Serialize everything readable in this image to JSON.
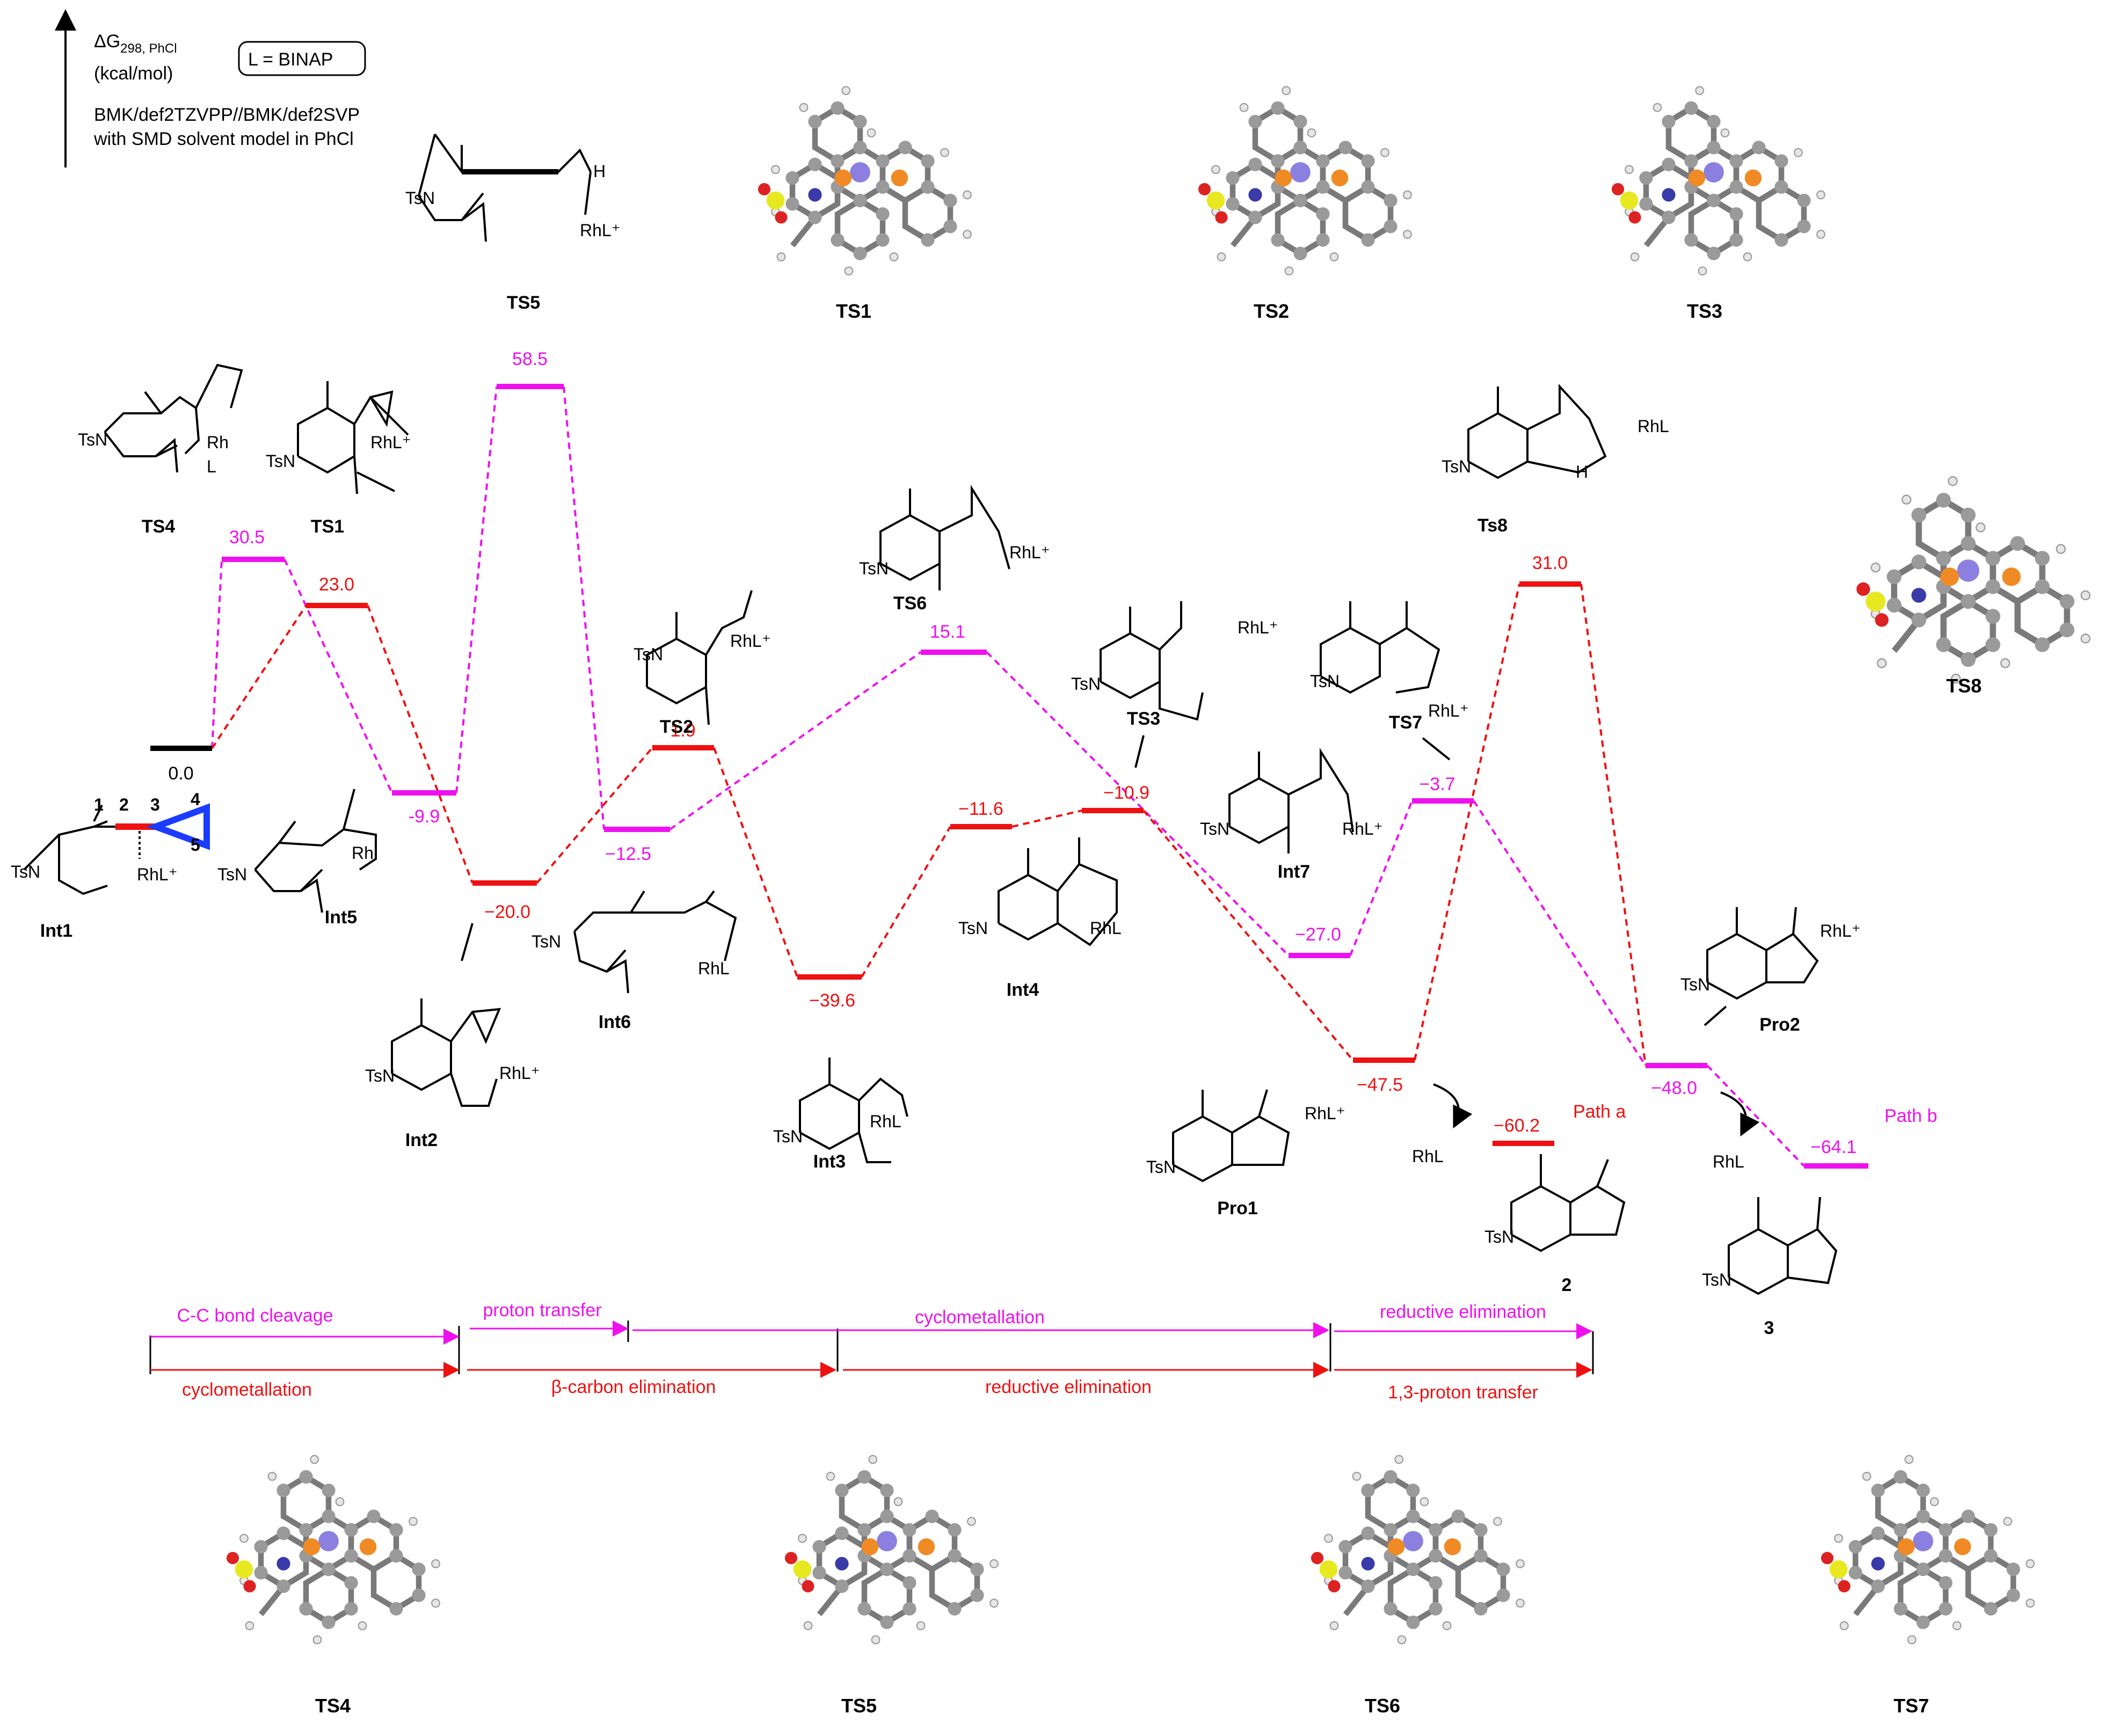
{
  "header": {
    "axis_label": "ΔG",
    "axis_sub": "298, PhCl",
    "units": "(kcal/mol)",
    "ligand_box": "L = BINAP",
    "method_line1": "BMK/def2TZVPP//BMK/def2SVP",
    "method_line2": "with SMD solvent model in PhCl"
  },
  "paths": {
    "a": "Path a",
    "b": "Path b"
  },
  "colors": {
    "red": "#ee1111",
    "magenta": "#ee11ee",
    "black": "#000000"
  },
  "levels": [
    {
      "id": "int1",
      "label": "0.0",
      "color": "black"
    },
    {
      "id": "ts4",
      "label": "30.5",
      "color": "magenta"
    },
    {
      "id": "ts1",
      "label": "23.0",
      "color": "red"
    },
    {
      "id": "int5",
      "label": "-9.9",
      "color": "magenta"
    },
    {
      "id": "int2",
      "label": "−20.0",
      "color": "red"
    },
    {
      "id": "ts5",
      "label": "58.5",
      "color": "magenta"
    },
    {
      "id": "int6",
      "label": "−12.5",
      "color": "magenta"
    },
    {
      "id": "ts2",
      "label": "1.9",
      "color": "red"
    },
    {
      "id": "int3",
      "label": "−39.6",
      "color": "red"
    },
    {
      "id": "ts6",
      "label": "15.1",
      "color": "magenta"
    },
    {
      "id": "int4",
      "label": "−11.6",
      "color": "red"
    },
    {
      "id": "ts3",
      "label": "−10.9",
      "color": "red"
    },
    {
      "id": "int7",
      "label": "−27.0",
      "color": "magenta"
    },
    {
      "id": "ts7",
      "label": "−3.7",
      "color": "magenta"
    },
    {
      "id": "pro1",
      "label": "−47.5",
      "color": "red"
    },
    {
      "id": "ts8",
      "label": "31.0",
      "color": "red"
    },
    {
      "id": "p2",
      "label": "−60.2",
      "color": "red"
    },
    {
      "id": "pro2",
      "label": "−48.0",
      "color": "magenta"
    },
    {
      "id": "p3",
      "label": "−64.1",
      "color": "magenta"
    }
  ],
  "structure_labels": {
    "TS5_top": "TS5",
    "TS4": "TS4",
    "TS1": "TS1",
    "Int1": "Int1",
    "Int5": "Int5",
    "Int2": "Int2",
    "Int6": "Int6",
    "TS2": "TS2",
    "Int3": "Int3",
    "TS6": "TS6",
    "Int4": "Int4",
    "TS3": "TS3",
    "Int7": "Int7",
    "TS7": "TS7",
    "Ts8": "Ts8",
    "Pro1": "Pro1",
    "Pro2": "Pro2",
    "prod2": "2",
    "prod3": "3",
    "rhl_plus_a": "RhL",
    "rhl_plus_b": "RhL"
  },
  "atom_numbers": [
    "1",
    "2",
    "3",
    "4",
    "5"
  ],
  "fragments": {
    "TsN": "TsN",
    "RhLplus": "RhL⁺",
    "RhL": "RhL",
    "Rh": "Rh",
    "L": "L",
    "H": "H",
    "minusRhL": "RhL"
  },
  "models_top": [
    "TS1",
    "TS2",
    "TS3",
    "TS8"
  ],
  "models_bottom": [
    "TS4",
    "TS5",
    "TS6",
    "TS7"
  ],
  "steps_magenta": [
    "C-C bond cleavage",
    "proton transfer",
    "cyclometallation",
    "reductive elimination"
  ],
  "steps_red": [
    "cyclometallation",
    "β-carbon elimination",
    "reductive elimination",
    "1,3-proton transfer"
  ]
}
